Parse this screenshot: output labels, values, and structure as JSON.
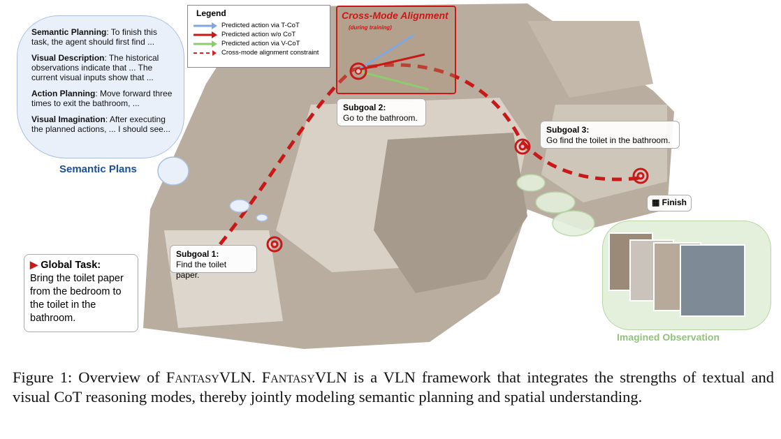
{
  "semantic_plans": {
    "label": "Semantic Plans",
    "items": [
      {
        "key": "Semantic Planning",
        "text": ": To finish this task, the agent should first find ..."
      },
      {
        "key": "Visual Description",
        "text": ": The historical observations indicate that ... The current visual inputs show that ..."
      },
      {
        "key": "Action Planning",
        "text": ": Move forward three times to exit the bathroom, ..."
      },
      {
        "key": "Visual Imagination",
        "text": ": After executing the planned actions, ... I should see..."
      }
    ]
  },
  "legend": {
    "title": "Legend",
    "items": [
      {
        "label": "Predicted action via T-CoT",
        "color": "#7fa8e0"
      },
      {
        "label": "Predicted action w/o CoT",
        "color": "#c81818"
      },
      {
        "label": "Predicted action via V-CoT",
        "color": "#8dcc6e"
      },
      {
        "label": "Cross-mode alignment constraint",
        "color": "#e02020"
      }
    ]
  },
  "cross_mode": {
    "title": "Cross-Mode Alignment",
    "subtitle": "(during training)"
  },
  "subgoals": [
    {
      "title": "Subgoal 1:",
      "text": "Find the toilet paper."
    },
    {
      "title": "Subgoal 2:",
      "text": "Go to the bathroom."
    },
    {
      "title": "Subgoal 3:",
      "text": "Go find the toilet in the bathroom."
    }
  ],
  "finish": "Finish",
  "global_task": {
    "title": "Global Task:",
    "text": "Bring the toilet paper from the bedroom to the toilet in the bathroom."
  },
  "imagined_observation": "Imagined Observation",
  "caption": {
    "prefix": "Figure 1: Overview of ",
    "name1": "FantasyVLN",
    "mid": ". ",
    "name2": "FantasyVLN",
    "rest": " is a VLN framework that integrates the strengths of textual and visual CoT reasoning modes, thereby jointly modeling semantic planning and spatial understanding."
  }
}
